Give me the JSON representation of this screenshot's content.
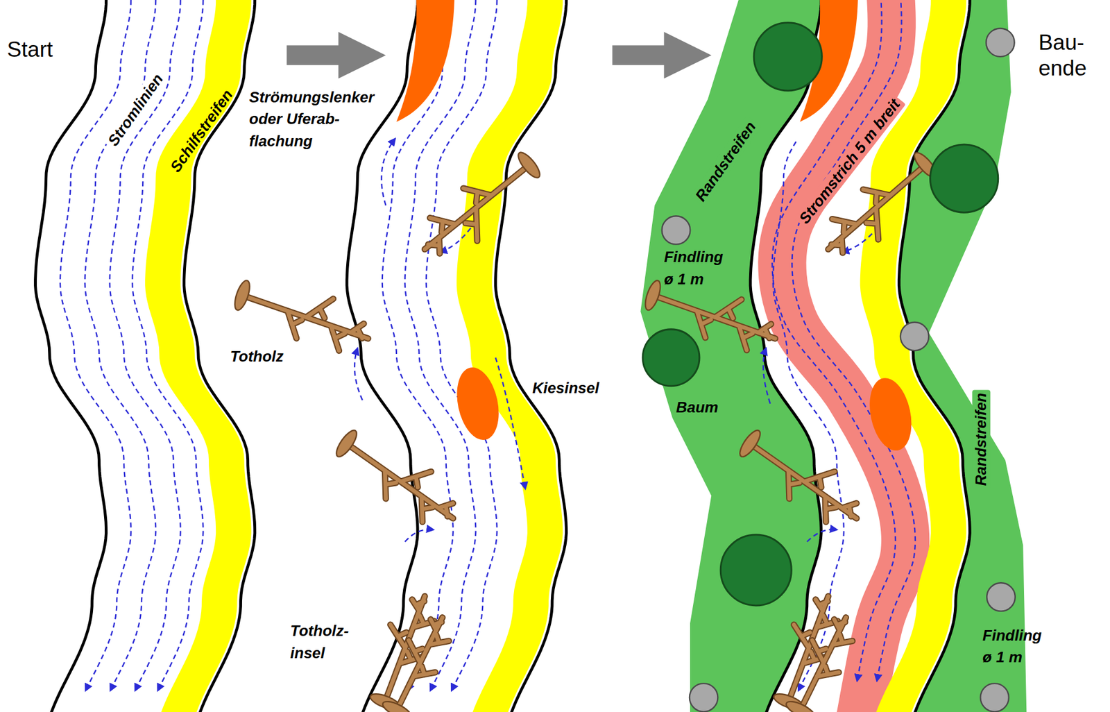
{
  "diagram": {
    "nodes": [
      {
        "text": [
          "Schilfstreifen"
        ]
      },
      {
        "text": [
          "Randstreifen"
        ]
      },
      {
        "text": [
          "Stromstrich 5 m breit"
        ]
      },
      {
        "text": [
          "Randstreifen"
        ]
      }
    ],
    "labels": [
      "Start",
      "Stromlinien",
      "Strömungslenker oder Uferab- flachung",
      "Totholz",
      "Kiesinsel",
      "Totholz- insel",
      "Findling ø 1 m",
      "Baum",
      "Findling ø 1 m",
      "Bau- ende"
    ]
  }
}
